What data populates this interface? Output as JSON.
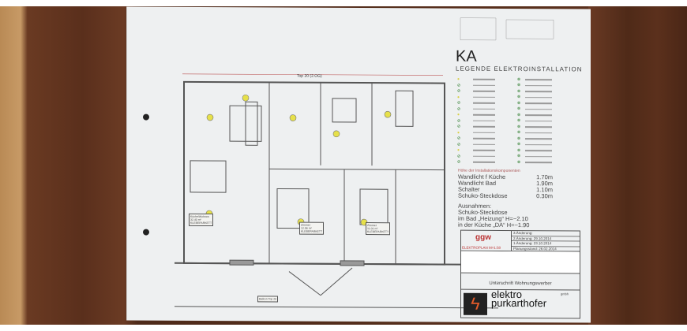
{
  "plan": {
    "code": "KA",
    "legend_title": "LEGENDE ELEKTROINSTALLATION",
    "top_label": "Top 20 (2.OG)",
    "rooms": [
      {
        "name": "Küche/Wohnen",
        "area": "32.40 m²",
        "floor": "KLEBEPARKETT"
      },
      {
        "name": "Zimmer",
        "area": "12.56 m²",
        "floor": "KLEBEPARKETT"
      },
      {
        "name": "Zimmer",
        "area": "11.01 m²",
        "floor": "KLEBEPARKETT"
      }
    ],
    "balcony": "Balkon Top 20"
  },
  "heights": {
    "heading": "Höhe der Installationskomponenten",
    "rows": [
      {
        "label": "Wandlicht f Küche",
        "value": "1.70m"
      },
      {
        "label": "Wandlicht Bad",
        "value": "1.90m"
      },
      {
        "label": "Schalter",
        "value": "1.10m"
      },
      {
        "label": "Schuko-Steckdose",
        "value": "0.30m"
      }
    ],
    "exceptions": [
      "Ausnahmen:",
      "Schuko-Steckdose",
      "im Bad „Heizung“ H=~2.10",
      "in der Küche „DA“ H=~1.90"
    ]
  },
  "titleblock": {
    "logo": "ggw",
    "plan_type": "ELEKTROPLAN M=1:50",
    "revisions": [
      "3.Änderung:",
      "2.Änderung:   29.10.2014",
      "1.Änderung:   23.10.2014",
      "Planungsstand: 26.02.2014"
    ],
    "signature": "Unterschrift Wohnungswerber",
    "company_line1": "elektro",
    "company_line2": "purkarthofer",
    "company_suffix": "gmbh"
  },
  "colors": {
    "wood": "#5a2f1c",
    "paper": "#eef0f1",
    "accent": "#e65c2a"
  }
}
